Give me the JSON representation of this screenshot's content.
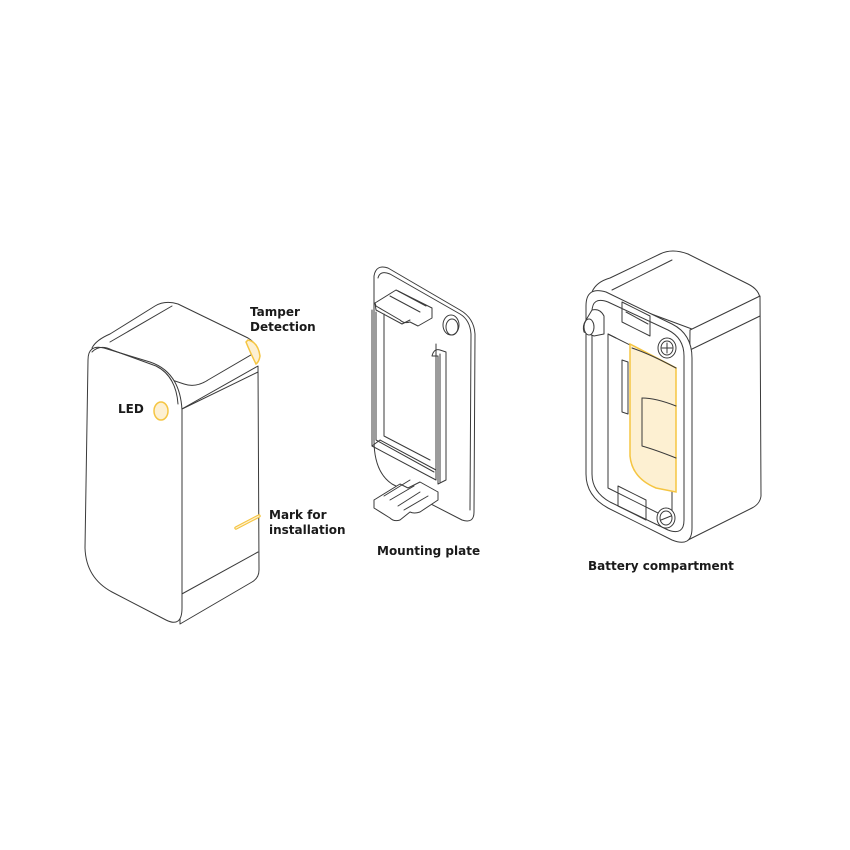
{
  "colors": {
    "accent": "#f5c542",
    "accent_fill": "#fdf0d2",
    "line": "#3a3a3a",
    "text": "#1a1a1a",
    "background": "#ffffff"
  },
  "sensor": {
    "labels": {
      "tamper_line1": "Tamper",
      "tamper_line2": "Detection",
      "led": "LED",
      "mark_line1": "Mark for",
      "mark_line2": "installation"
    }
  },
  "mounting_plate": {
    "caption": "Mounting plate"
  },
  "battery": {
    "caption": "Battery compartment"
  }
}
